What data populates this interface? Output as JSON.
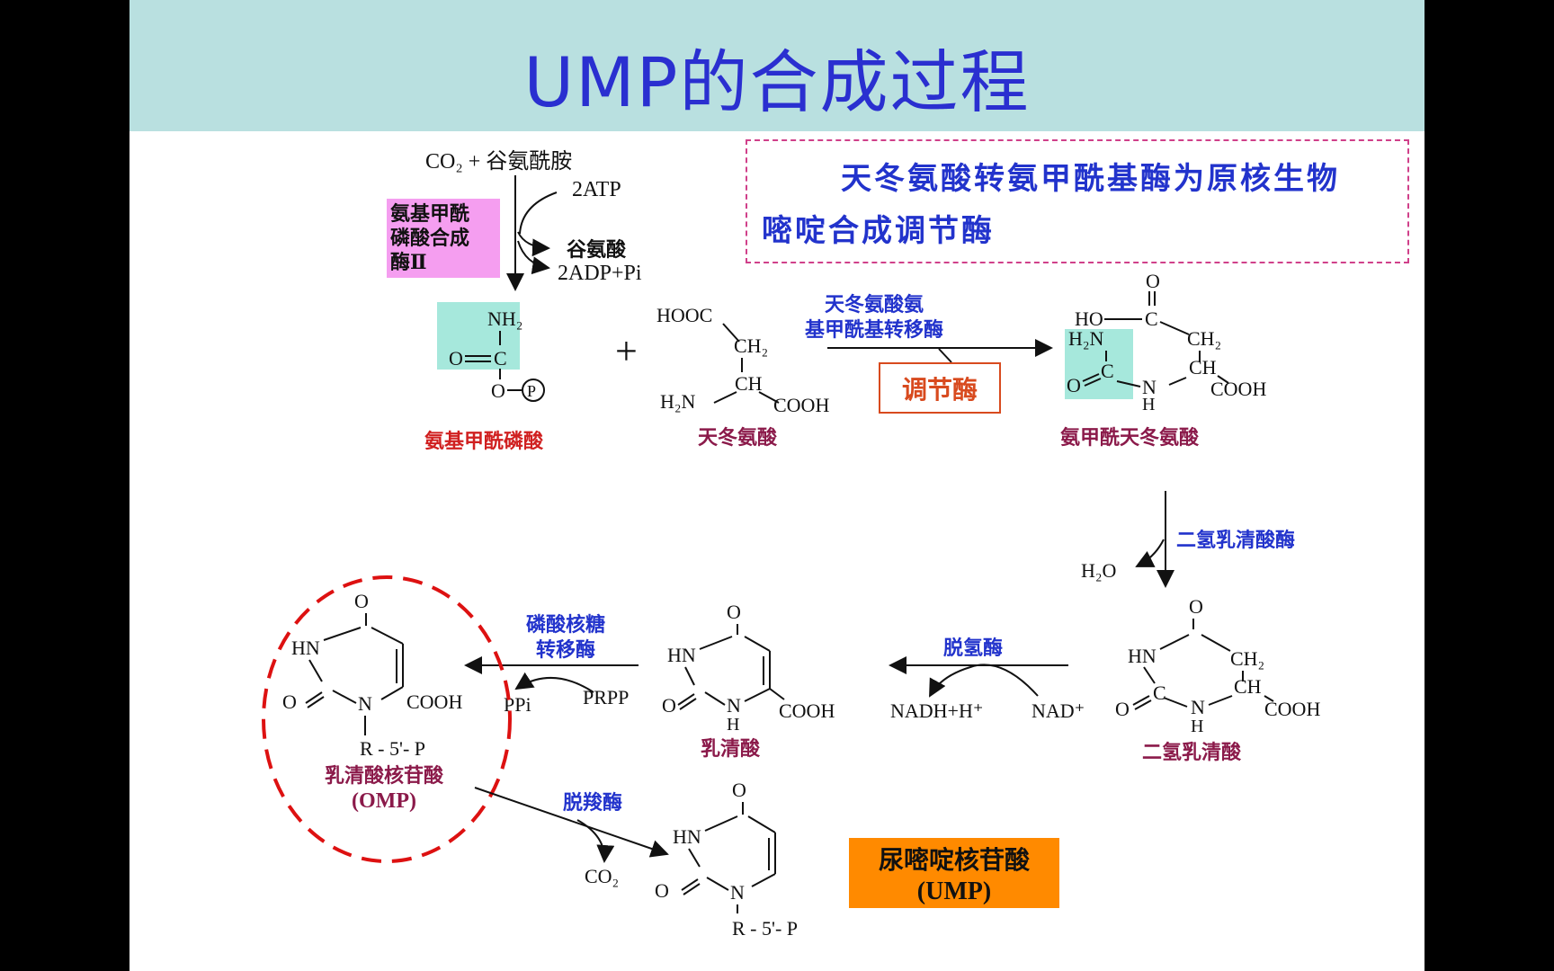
{
  "title": "UMP的合成过程",
  "note": {
    "line1": "天冬氨酸转氨甲酰基酶为原核生物",
    "line2": "嘧啶合成调节酶"
  },
  "step1": {
    "reactants": "CO₂ + 谷氨酰胺",
    "atp": "2ATP",
    "glu": "谷氨酸",
    "adp": "2ADP+Pi",
    "enzyme_l1": "氨基甲酰",
    "enzyme_l2": "磷酸合成",
    "enzyme_l3": "酶Ⅱ"
  },
  "compounds": {
    "carbamoyl_phosphate": "氨基甲酰磷酸",
    "aspartate": "天冬氨酸",
    "carbamoyl_aspartate": "氨甲酰天冬氨酸",
    "dihydroorotate": "二氢乳清酸",
    "orotate": "乳清酸",
    "omp_l1": "乳清酸核苷酸",
    "omp_l2": "(OMP)",
    "ump_l1": "尿嘧啶核苷酸",
    "ump_l2": "(UMP)"
  },
  "enzymes": {
    "atcase_l1": "天冬氨酸氨",
    "atcase_l2": "基甲酰基转移酶",
    "regulatory": "调节酶",
    "dihydroorotase": "二氢乳清酸酶",
    "dehydrogenase": "脱氢酶",
    "prt_l1": "磷酸核糖",
    "prt_l2": "转移酶",
    "decarboxylase": "脱羧酶"
  },
  "cofactors": {
    "h2o": "H₂O",
    "nadh": "NADH+H⁺",
    "nad": "NAD⁺",
    "prpp": "PRPP",
    "ppi": "PPi",
    "co2": "CO₂"
  },
  "atoms": {
    "nh2": "NH₂",
    "h2n": "H₂N",
    "o": "O",
    "c": "C",
    "p": "P",
    "hooc": "HOOC",
    "ch2": "CH₂",
    "ch": "CH",
    "cooh": "COOH",
    "ho": "HO",
    "n": "N",
    "h": "H",
    "hn": "HN",
    "r5p": "R - 5'- P",
    "plus": "+"
  },
  "colors": {
    "title": "#2a2fd0",
    "title_bg": "#b9e0e0",
    "compound_label": "#8b1a4a",
    "enzyme_label": "#2233cc",
    "carbamoyl_label": "#d02020",
    "highlight_cyan": "#a6e8dc",
    "highlight_pink": "#f59ef0",
    "ump_box": "#ff8a00",
    "omp_circle": "#dd1111",
    "regulatory": "#d84a1e"
  }
}
